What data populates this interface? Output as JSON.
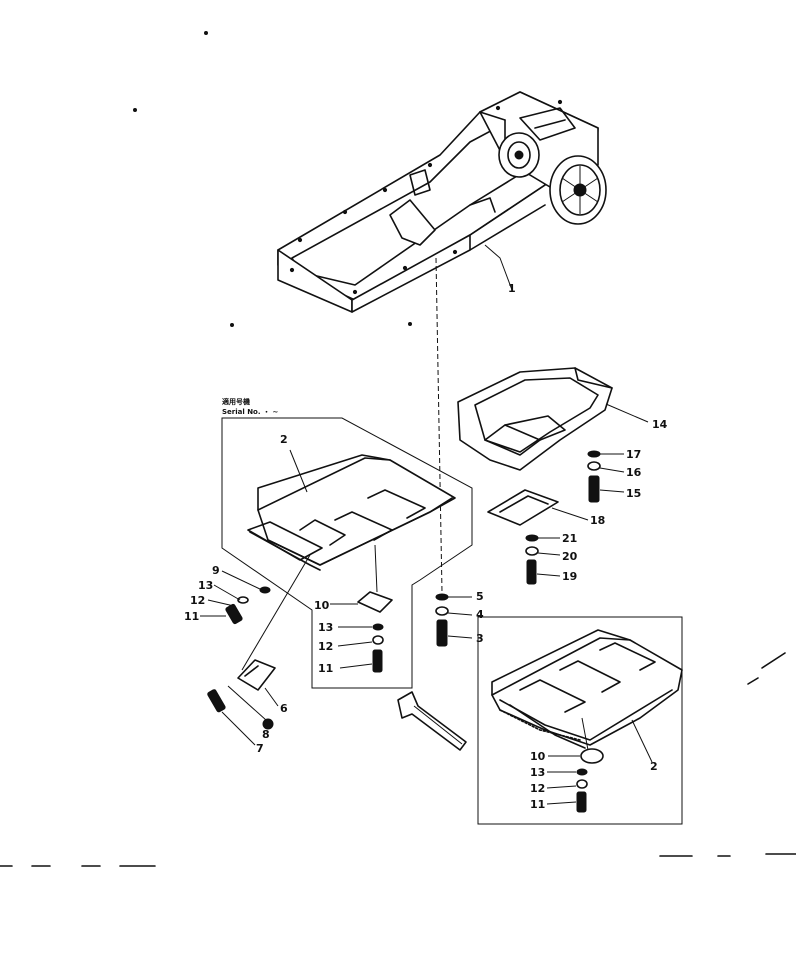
{
  "note": {
    "line1": "適用号機",
    "line2": "Serial No.  ・ ~"
  },
  "callouts": [
    {
      "id": "c1",
      "text": "1"
    },
    {
      "id": "c2a",
      "text": "2"
    },
    {
      "id": "c2b",
      "text": "2"
    },
    {
      "id": "c3",
      "text": "3"
    },
    {
      "id": "c4",
      "text": "4"
    },
    {
      "id": "c5",
      "text": "5"
    },
    {
      "id": "c6",
      "text": "6"
    },
    {
      "id": "c7",
      "text": "7"
    },
    {
      "id": "c8",
      "text": "8"
    },
    {
      "id": "c9",
      "text": "9"
    },
    {
      "id": "c10a",
      "text": "10"
    },
    {
      "id": "c10b",
      "text": "10"
    },
    {
      "id": "c11a",
      "text": "11"
    },
    {
      "id": "c11b",
      "text": "11"
    },
    {
      "id": "c11c",
      "text": "11"
    },
    {
      "id": "c12a",
      "text": "12"
    },
    {
      "id": "c12b",
      "text": "12"
    },
    {
      "id": "c12c",
      "text": "12"
    },
    {
      "id": "c13a",
      "text": "13"
    },
    {
      "id": "c13b",
      "text": "13"
    },
    {
      "id": "c13c",
      "text": "13"
    },
    {
      "id": "c14",
      "text": "14"
    },
    {
      "id": "c15",
      "text": "15"
    },
    {
      "id": "c16",
      "text": "16"
    },
    {
      "id": "c17",
      "text": "17"
    },
    {
      "id": "c18",
      "text": "18"
    },
    {
      "id": "c19",
      "text": "19"
    },
    {
      "id": "c20",
      "text": "20"
    },
    {
      "id": "c21",
      "text": "21"
    }
  ]
}
